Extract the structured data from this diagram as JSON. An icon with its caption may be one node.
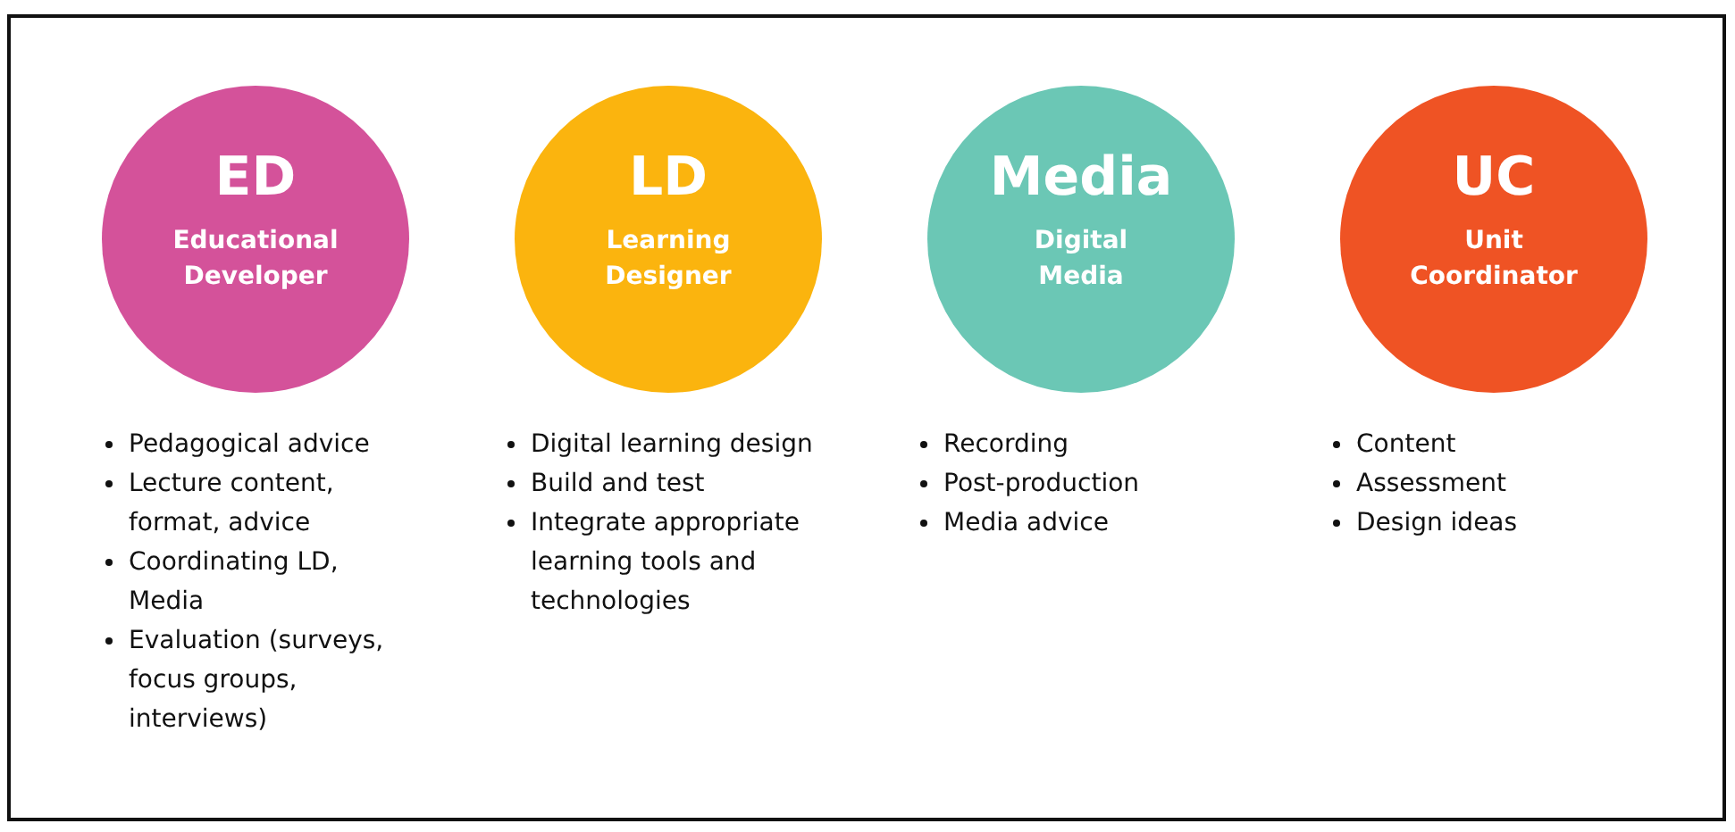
{
  "diagram": {
    "nodes": [
      {
        "text": [
          "ED",
          "Educational Developer"
        ],
        "beside": [
          "Pedagogical advice",
          "Lecture content, format, advice",
          "Coordinating LD, Media",
          "Evaluation (surveys, focus groups, interviews)"
        ]
      },
      {
        "text": [
          "LD",
          "Learning Designer"
        ],
        "beside": [
          "Digital learning design",
          "Build and test",
          "Integrate appropriate learning tools and technologies"
        ]
      },
      {
        "text": [
          "Media",
          "Digital Media"
        ],
        "beside": [
          "Recording",
          "Post-production",
          "Media advice"
        ]
      },
      {
        "text": [
          "UC",
          "Unit Coordinator"
        ],
        "beside": [
          "Content",
          "Assessment",
          "Design ideas"
        ]
      }
    ]
  }
}
